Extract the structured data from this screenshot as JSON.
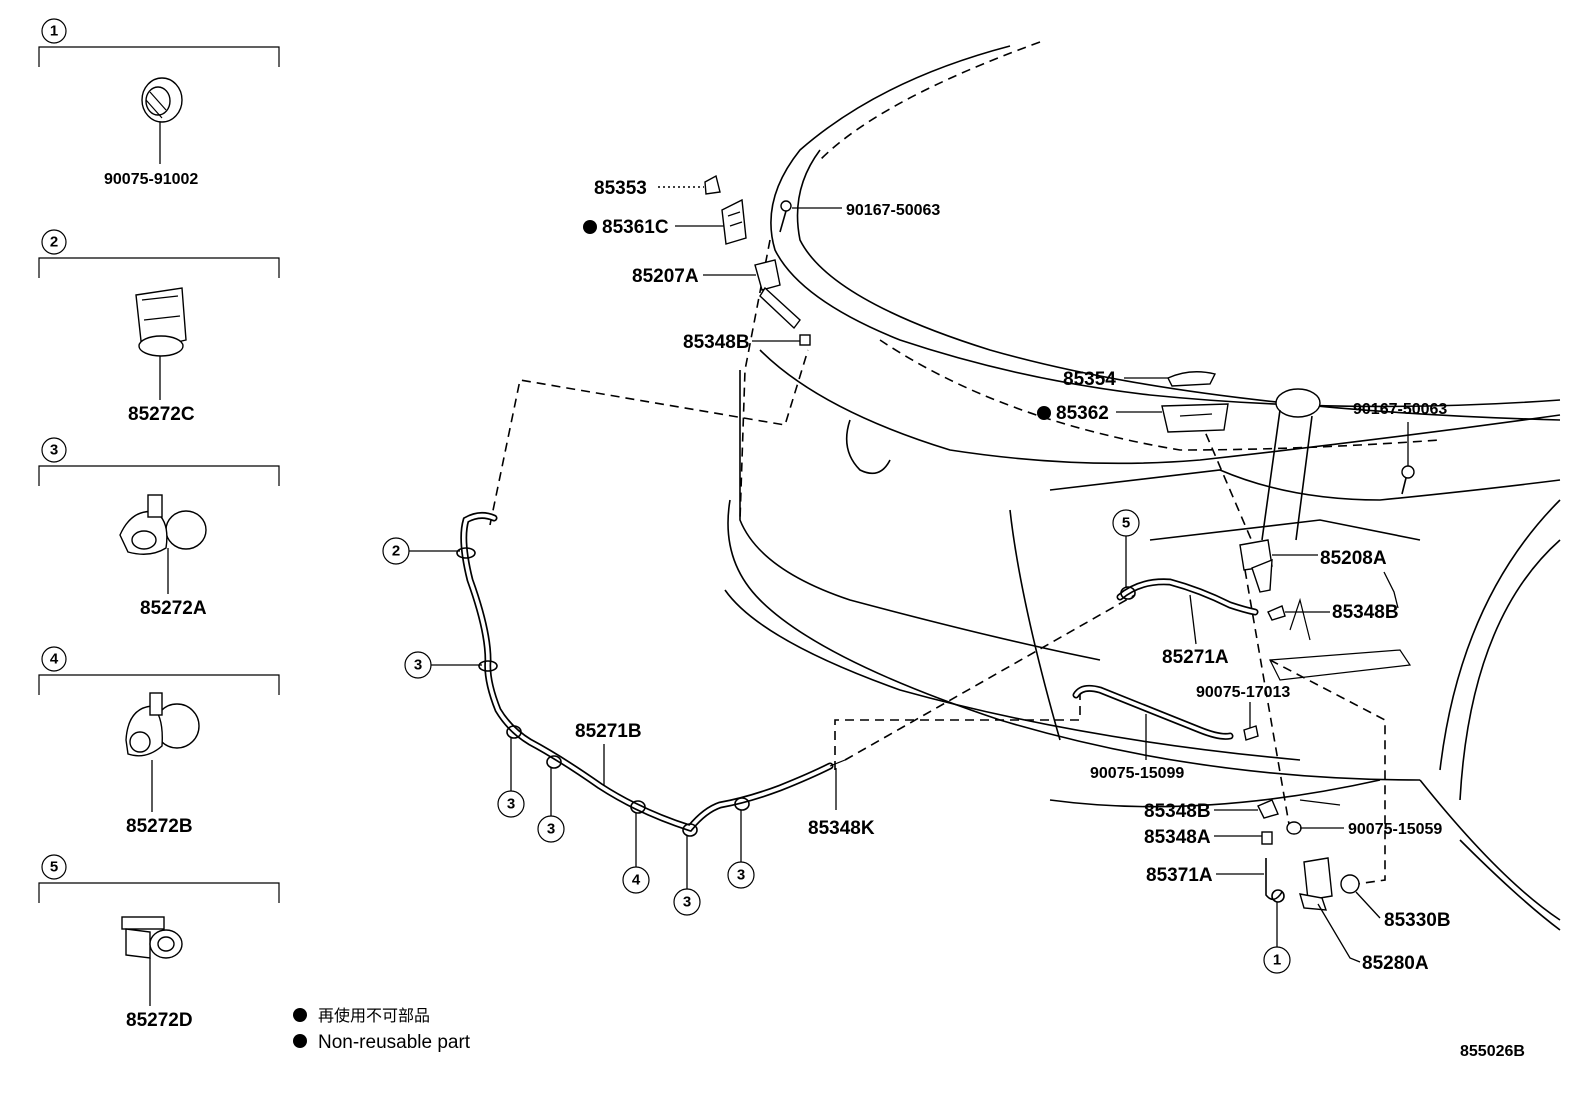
{
  "legend_panels": [
    {
      "num": "1",
      "part": "90075-91002"
    },
    {
      "num": "2",
      "part": "85272C"
    },
    {
      "num": "3",
      "part": "85272A"
    },
    {
      "num": "4",
      "part": "85272B"
    },
    {
      "num": "5",
      "part": "85272D"
    }
  ],
  "callouts": {
    "p85353": "85353",
    "p85361C": "85361C",
    "p90167_top": "90167-50063",
    "p85207A": "85207A",
    "p85348B_top": "85348B",
    "p85354": "85354",
    "p85362": "85362",
    "p90167_right": "90167-50063",
    "p85208A": "85208A",
    "p85348B_mid": "85348B",
    "p85271A": "85271A",
    "p90075_17013": "90075-17013",
    "p85271B": "85271B",
    "p85348K": "85348K",
    "p90075_15099": "90075-15099",
    "p85348B_low": "85348B",
    "p85348A": "85348A",
    "p90075_15059": "90075-15059",
    "p85371A": "85371A",
    "p85330B": "85330B",
    "p85280A": "85280A"
  },
  "ref_circles": {
    "c2": "2",
    "c3a": "3",
    "c3b": "3",
    "c3c": "3",
    "c4": "4",
    "c3d": "3",
    "c3e": "3",
    "c5": "5",
    "c1": "1"
  },
  "notes": {
    "non_reusable_jp": "再使用不可部品",
    "non_reusable_en": "Non-reusable part"
  },
  "diagram_id": "855026B"
}
